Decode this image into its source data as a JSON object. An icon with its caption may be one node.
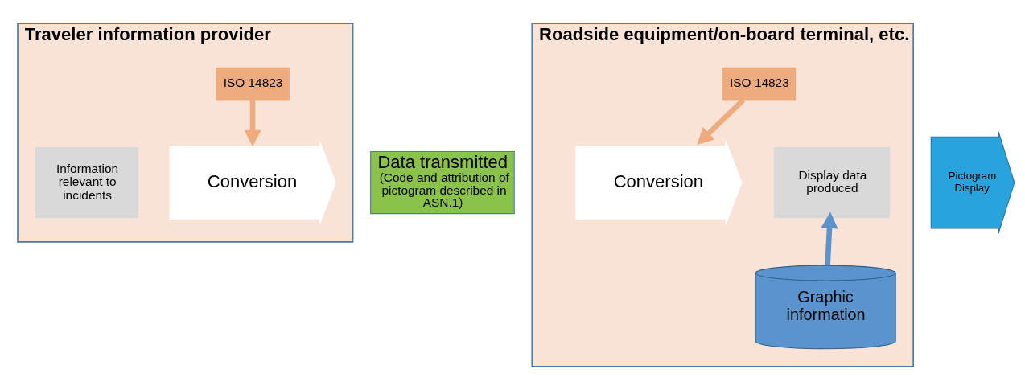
{
  "diagram": {
    "nodes": [
      {
        "text": [
          "Traveler information provider"
        ]
      },
      {
        "text": [
          "ISO 14823"
        ],
        "in": 0
      },
      {
        "text": [
          "Information relevant to incidents"
        ],
        "in": 0
      },
      {
        "text": [
          "Conversion"
        ],
        "in": 0
      },
      {
        "text": [
          "Data transmitted",
          "(Code and attribution of pictogram described in ASN.1)"
        ]
      },
      {
        "text": [
          "Roadside equipment/on-board terminal, etc."
        ]
      },
      {
        "text": [
          "ISO 14823"
        ],
        "in": 5
      },
      {
        "text": [
          "Conversion"
        ],
        "in": 5
      },
      {
        "text": [
          "Display data produced"
        ],
        "in": 5
      },
      {
        "text": [
          "Graphic information"
        ],
        "in": 5
      },
      {
        "text": [
          "Pictogram Display"
        ]
      }
    ],
    "edges": [
      {
        "from": 1,
        "to": 3,
        "arrow": "to"
      },
      {
        "from": 6,
        "to": 7,
        "arrow": "to"
      },
      {
        "from": 9,
        "to": 8,
        "arrow": "to",
        "color": "#5b93cc"
      }
    ]
  }
}
